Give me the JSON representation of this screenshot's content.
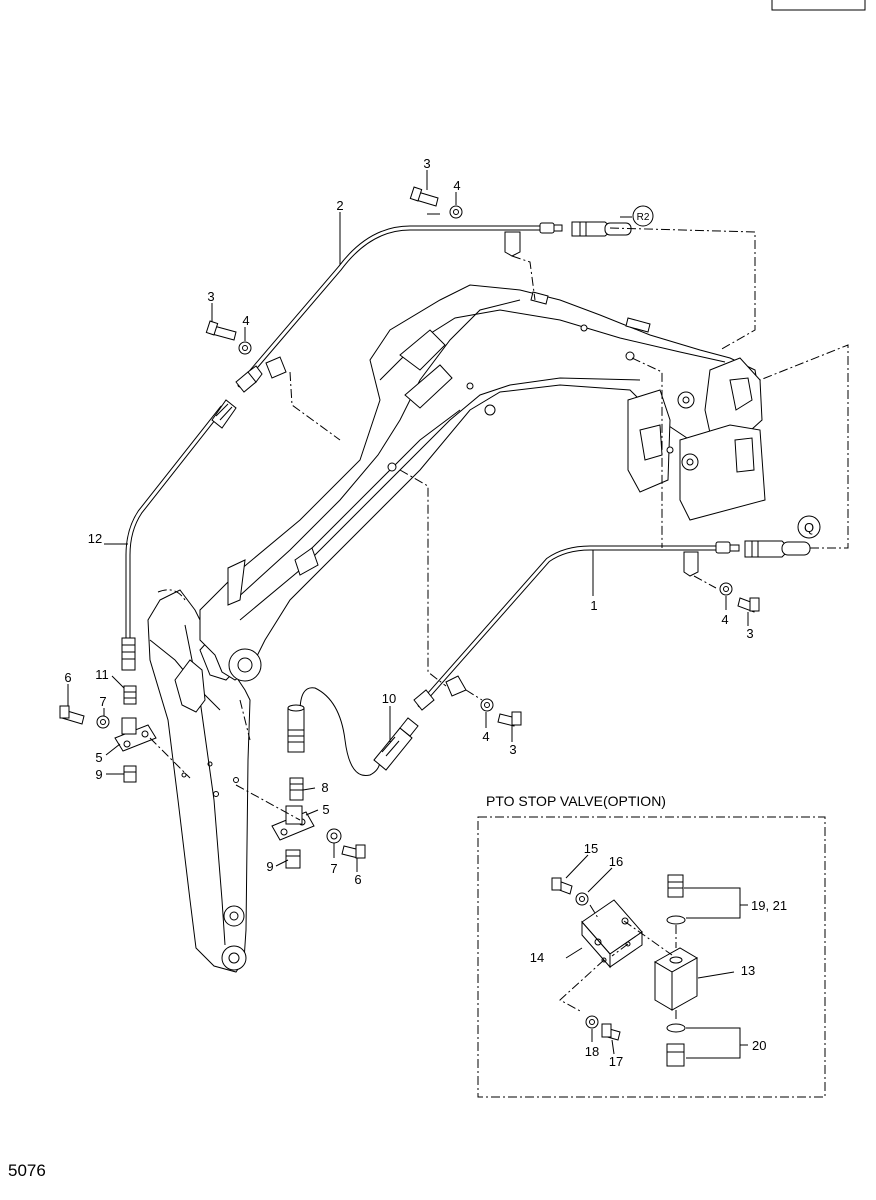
{
  "diagram": {
    "callouts": {
      "c1": "1",
      "c2": "2",
      "c3a": "3",
      "c3b": "3",
      "c3c": "3",
      "c3d": "3",
      "c4a": "4",
      "c4b": "4",
      "c4c": "4",
      "c4d": "4",
      "c5a": "5",
      "c5b": "5",
      "c6a": "6",
      "c6b": "6",
      "c7a": "7",
      "c7b": "7",
      "c8": "8",
      "c9a": "9",
      "c9b": "9",
      "c10": "10",
      "c11": "11",
      "c12": "12",
      "c13": "13",
      "c14": "14",
      "c15": "15",
      "c16": "16",
      "c17": "17",
      "c18": "18",
      "c19_21": "19, 21",
      "c20": "20"
    },
    "connectors": {
      "r2": "R2",
      "q": "Q"
    },
    "inset_title": "PTO STOP VALVE(OPTION)",
    "page_code": "5076"
  }
}
